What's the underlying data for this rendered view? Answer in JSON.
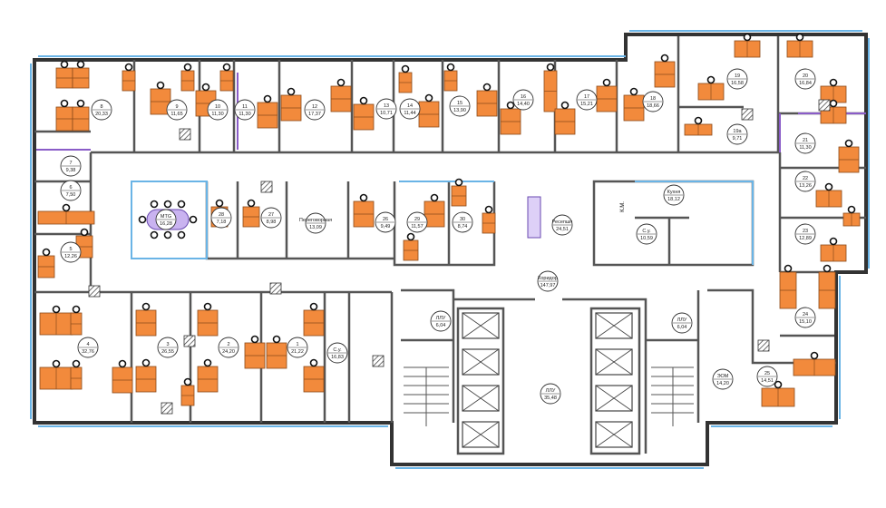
{
  "plan": {
    "rooms": [
      {
        "id": "8",
        "area": "20,33"
      },
      {
        "id": "9",
        "area": "11,65"
      },
      {
        "id": "10",
        "area": "11,30"
      },
      {
        "id": "11",
        "area": "11,30"
      },
      {
        "id": "12",
        "area": "17,37"
      },
      {
        "id": "13",
        "area": "10,71"
      },
      {
        "id": "14",
        "area": "11,44"
      },
      {
        "id": "15",
        "area": "13,90"
      },
      {
        "id": "16",
        "area": "14,40"
      },
      {
        "id": "17",
        "area": "15,21"
      },
      {
        "id": "18",
        "area": "18,66"
      },
      {
        "id": "19",
        "area": "16,58"
      },
      {
        "id": "19a",
        "area": "9,71"
      },
      {
        "id": "20",
        "area": "16,84"
      },
      {
        "id": "21",
        "area": "11,30"
      },
      {
        "id": "22",
        "area": "13,26"
      },
      {
        "id": "23",
        "area": "12,89"
      },
      {
        "id": "24",
        "area": "15,10"
      },
      {
        "id": "25",
        "area": "14,51"
      },
      {
        "id": "7",
        "area": "9,38"
      },
      {
        "id": "6",
        "area": "7,50"
      },
      {
        "id": "5",
        "area": "12,26"
      },
      {
        "id": "4",
        "area": "32,76"
      },
      {
        "id": "3",
        "area": "26,55"
      },
      {
        "id": "2",
        "area": "24,20"
      },
      {
        "id": "1",
        "area": "21,22"
      },
      {
        "id": "С.у.",
        "area": "16,83"
      },
      {
        "id": "MTG",
        "area": "16,28"
      },
      {
        "id": "28",
        "area": "7,18"
      },
      {
        "id": "27",
        "area": "8,98"
      },
      {
        "id": "Переговорная",
        "area": "13,09"
      },
      {
        "id": "26",
        "area": "9,49"
      },
      {
        "id": "29",
        "area": "11,57"
      },
      {
        "id": "30",
        "area": "8,74"
      },
      {
        "id": "Ресепшн",
        "area": "24,51"
      },
      {
        "id": "Коридор",
        "area": "147,97"
      },
      {
        "id": "Кухня",
        "area": "18,12"
      },
      {
        "id": "С.у.",
        "area": "10,59"
      },
      {
        "id": "ЛЛУ",
        "area": "6,04"
      },
      {
        "id": "ЛЛУ",
        "area": "6,04"
      },
      {
        "id": "ЛЛУ",
        "area": "35,48"
      },
      {
        "id": "ЭОМ",
        "area": "14,20"
      }
    ],
    "kitchen_unit_label": "К.М.",
    "colors": {
      "desk": "#f28a3c",
      "meeting_table": "#c9b3f0",
      "glass": "#6ab4e6",
      "partition": "#8a5cc8"
    }
  }
}
